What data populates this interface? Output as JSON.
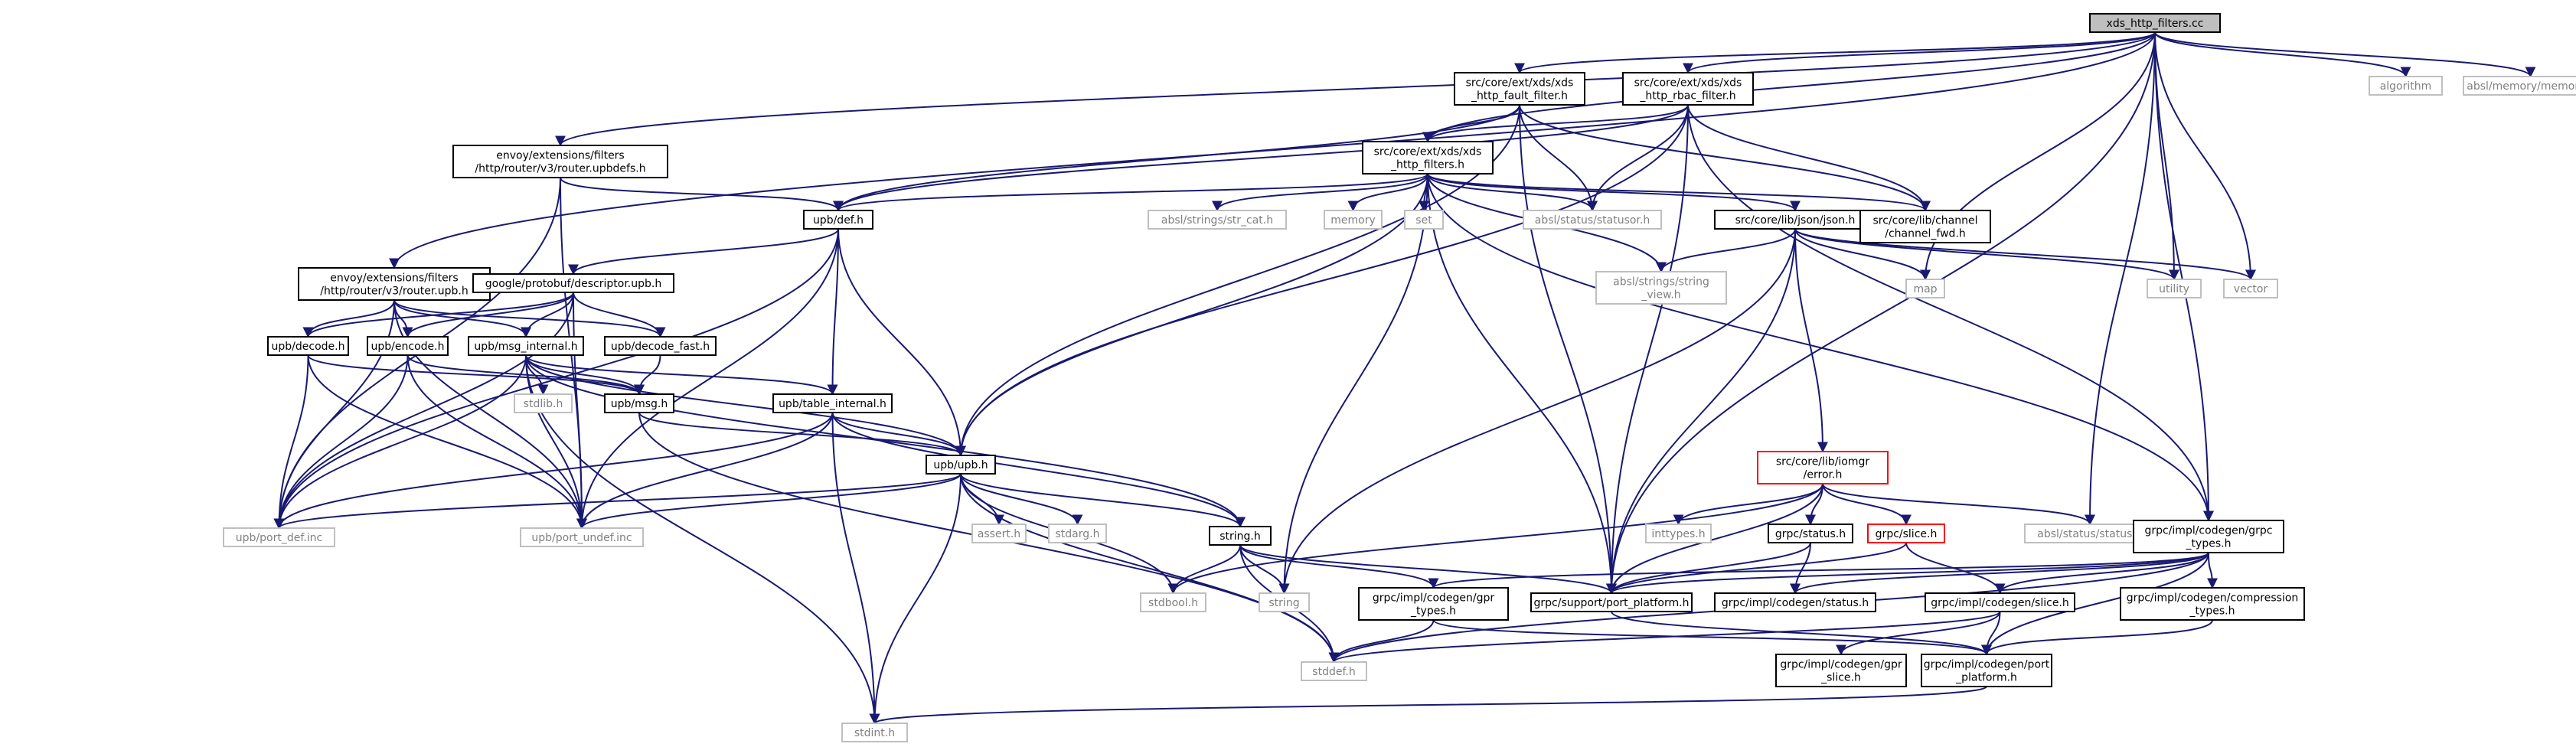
{
  "graph": {
    "style": {
      "edge_color": "#191970",
      "root_fill": "#bfbfbf",
      "node_fill": "#ffffff",
      "node_border": "#000000",
      "external_border": "#bfbfbf",
      "external_text": "#808080",
      "error_border": "#ff0000"
    },
    "nodes": [
      {
        "id": "root",
        "lines": [
          "xds_http_filters.cc"
        ],
        "kind": "root"
      },
      {
        "id": "router_upbdefs",
        "lines": [
          "envoy/extensions/filters",
          "/http/router/v3/router.upbdefs.h"
        ],
        "kind": "normal"
      },
      {
        "id": "fault_filter",
        "lines": [
          "src/core/ext/xds/xds",
          "_http_fault_filter.h"
        ],
        "kind": "normal"
      },
      {
        "id": "rbac_filter",
        "lines": [
          "src/core/ext/xds/xds",
          "_http_rbac_filter.h"
        ],
        "kind": "normal"
      },
      {
        "id": "algorithm",
        "lines": [
          "algorithm"
        ],
        "kind": "external"
      },
      {
        "id": "absl_memory",
        "lines": [
          "absl/memory/memory.h"
        ],
        "kind": "external"
      },
      {
        "id": "xds_filters_h",
        "lines": [
          "src/core/ext/xds/xds",
          "_http_filters.h"
        ],
        "kind": "normal"
      },
      {
        "id": "upb_def",
        "lines": [
          "upb/def.h"
        ],
        "kind": "normal"
      },
      {
        "id": "str_cat",
        "lines": [
          "absl/strings/str_cat.h"
        ],
        "kind": "external"
      },
      {
        "id": "memory",
        "lines": [
          "memory"
        ],
        "kind": "external"
      },
      {
        "id": "set",
        "lines": [
          "set"
        ],
        "kind": "external"
      },
      {
        "id": "statusor",
        "lines": [
          "absl/status/statusor.h"
        ],
        "kind": "external"
      },
      {
        "id": "json_h",
        "lines": [
          "src/core/lib/json/json.h"
        ],
        "kind": "normal"
      },
      {
        "id": "channel_fwd",
        "lines": [
          "src/core/lib/channel",
          "/channel_fwd.h"
        ],
        "kind": "normal"
      },
      {
        "id": "router_upb",
        "lines": [
          "envoy/extensions/filters",
          "/http/router/v3/router.upb.h"
        ],
        "kind": "normal"
      },
      {
        "id": "descriptor_upb",
        "lines": [
          "google/protobuf/descriptor.upb.h"
        ],
        "kind": "normal"
      },
      {
        "id": "string_view",
        "lines": [
          "absl/strings/string",
          "_view.h"
        ],
        "kind": "external"
      },
      {
        "id": "map",
        "lines": [
          "map"
        ],
        "kind": "external"
      },
      {
        "id": "utility",
        "lines": [
          "utility"
        ],
        "kind": "external"
      },
      {
        "id": "vector",
        "lines": [
          "vector"
        ],
        "kind": "external"
      },
      {
        "id": "upb_decode",
        "lines": [
          "upb/decode.h"
        ],
        "kind": "normal"
      },
      {
        "id": "upb_encode",
        "lines": [
          "upb/encode.h"
        ],
        "kind": "normal"
      },
      {
        "id": "upb_msg_internal",
        "lines": [
          "upb/msg_internal.h"
        ],
        "kind": "normal"
      },
      {
        "id": "upb_decode_fast",
        "lines": [
          "upb/decode_fast.h"
        ],
        "kind": "normal"
      },
      {
        "id": "stdlib",
        "lines": [
          "stdlib.h"
        ],
        "kind": "external"
      },
      {
        "id": "upb_msg",
        "lines": [
          "upb/msg.h"
        ],
        "kind": "normal"
      },
      {
        "id": "upb_table_internal",
        "lines": [
          "upb/table_internal.h"
        ],
        "kind": "normal"
      },
      {
        "id": "upb_upb",
        "lines": [
          "upb/upb.h"
        ],
        "kind": "normal"
      },
      {
        "id": "iomgr_error",
        "lines": [
          "src/core/lib/iomgr",
          "/error.h"
        ],
        "kind": "error"
      },
      {
        "id": "inttypes",
        "lines": [
          "inttypes.h"
        ],
        "kind": "external"
      },
      {
        "id": "grpc_status",
        "lines": [
          "grpc/status.h"
        ],
        "kind": "normal"
      },
      {
        "id": "grpc_slice",
        "lines": [
          "grpc/slice.h"
        ],
        "kind": "error"
      },
      {
        "id": "absl_status",
        "lines": [
          "absl/status/status.h"
        ],
        "kind": "external"
      },
      {
        "id": "codegen_grpc_types",
        "lines": [
          "grpc/impl/codegen/grpc",
          "_types.h"
        ],
        "kind": "normal"
      },
      {
        "id": "port_def",
        "lines": [
          "upb/port_def.inc"
        ],
        "kind": "external"
      },
      {
        "id": "port_undef",
        "lines": [
          "upb/port_undef.inc"
        ],
        "kind": "external"
      },
      {
        "id": "assert",
        "lines": [
          "assert.h"
        ],
        "kind": "external"
      },
      {
        "id": "stdarg",
        "lines": [
          "stdarg.h"
        ],
        "kind": "external"
      },
      {
        "id": "string_h",
        "lines": [
          "string.h"
        ],
        "kind": "normal"
      },
      {
        "id": "stdbool",
        "lines": [
          "stdbool.h"
        ],
        "kind": "external"
      },
      {
        "id": "string",
        "lines": [
          "string"
        ],
        "kind": "external"
      },
      {
        "id": "gpr_types",
        "lines": [
          "grpc/impl/codegen/gpr",
          "_types.h"
        ],
        "kind": "normal"
      },
      {
        "id": "port_platform",
        "lines": [
          "grpc/support/port_platform.h"
        ],
        "kind": "normal"
      },
      {
        "id": "codegen_status",
        "lines": [
          "grpc/impl/codegen/status.h"
        ],
        "kind": "normal"
      },
      {
        "id": "codegen_slice",
        "lines": [
          "grpc/impl/codegen/slice.h"
        ],
        "kind": "normal"
      },
      {
        "id": "compression_types",
        "lines": [
          "grpc/impl/codegen/compression",
          "_types.h"
        ],
        "kind": "normal"
      },
      {
        "id": "stddef",
        "lines": [
          "stddef.h"
        ],
        "kind": "external"
      },
      {
        "id": "gpr_slice",
        "lines": [
          "grpc/impl/codegen/gpr",
          "_slice.h"
        ],
        "kind": "normal"
      },
      {
        "id": "codegen_port_platform",
        "lines": [
          "grpc/impl/codegen/port",
          "_platform.h"
        ],
        "kind": "normal"
      },
      {
        "id": "stdint",
        "lines": [
          "stdint.h"
        ],
        "kind": "external"
      }
    ]
  }
}
